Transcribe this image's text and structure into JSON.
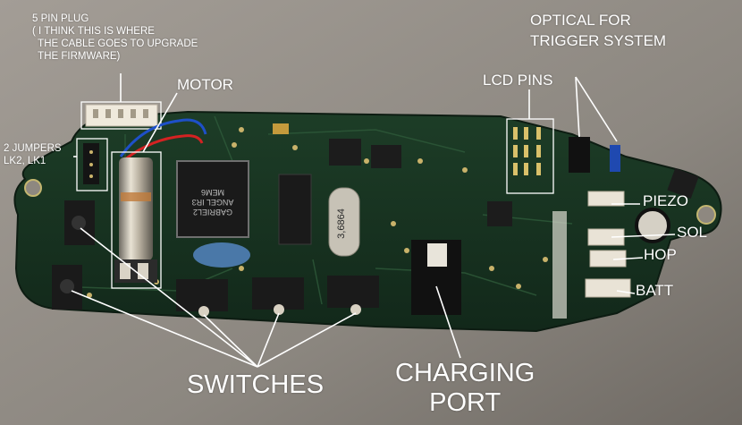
{
  "labels": {
    "plug": "5 PIN PLUG\n( I THINK THIS IS WHERE\n  THE CABLE GOES TO UPGRADE\n  THE FIRMWARE)",
    "jumpers": "2 JUMPERS\nLK2, LK1",
    "motor": "MOTOR",
    "optical": "OPTICAL FOR\nTRIGGER SYSTEM",
    "lcd": "LCD PINS",
    "piezo": "PIEZO",
    "sol": "SOL",
    "hop": "HOP",
    "batt": "BATT",
    "switches": "SWITCHES",
    "charging": "CHARGING\nPORT"
  },
  "chip_markings": {
    "main_chip": "GABRIEL2\nANGEL IR3\nMEM6",
    "crystal": "3,6864"
  },
  "colors": {
    "board_green": "#17331f",
    "background": "#8f8a84",
    "label_white": "#ffffff"
  }
}
